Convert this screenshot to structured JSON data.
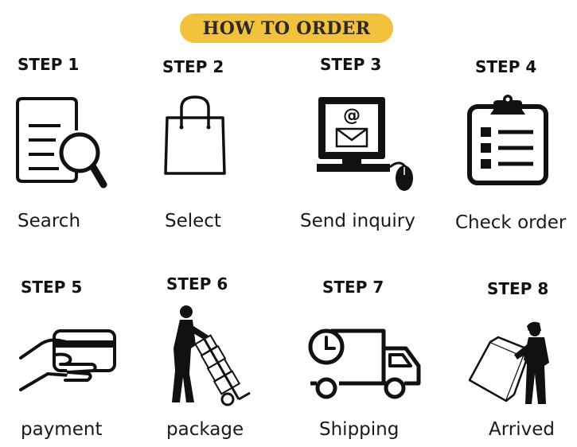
{
  "title": "HOW TO ORDER",
  "colors": {
    "accent": "#f2c23a",
    "text": "#111111"
  },
  "steps": [
    {
      "heading": "STEP 1",
      "label": "Search",
      "icon": "document-search-icon"
    },
    {
      "heading": "STEP 2",
      "label": "Select",
      "icon": "shopping-bag-icon"
    },
    {
      "heading": "STEP 3",
      "label": "Send inquiry",
      "icon": "computer-email-icon"
    },
    {
      "heading": "STEP 4",
      "label": "Check order",
      "icon": "clipboard-checklist-icon"
    },
    {
      "heading": "STEP 5",
      "label": "payment",
      "icon": "hand-card-icon"
    },
    {
      "heading": "STEP 6",
      "label": "package",
      "icon": "hand-truck-icon"
    },
    {
      "heading": "STEP 7",
      "label": "Shipping",
      "icon": "delivery-truck-icon"
    },
    {
      "heading": "STEP 8",
      "label": "Arrived",
      "icon": "delivery-person-icon"
    }
  ]
}
